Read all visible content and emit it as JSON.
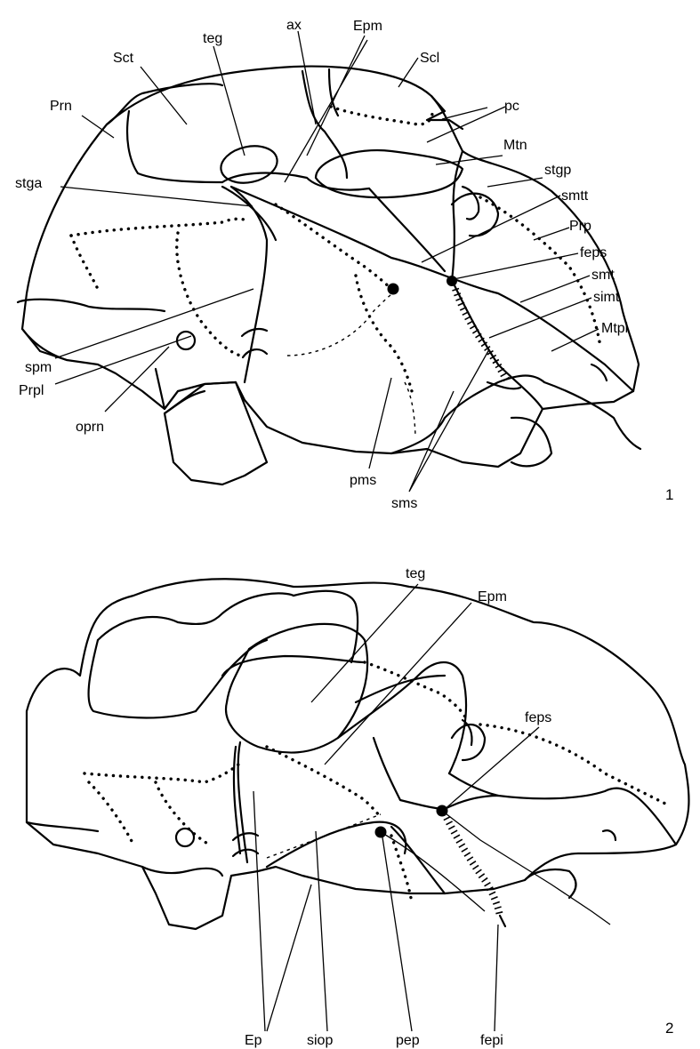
{
  "panels": [
    {
      "number": "1",
      "labels": {
        "teg": "teg",
        "ax": "ax",
        "epm": "Epm",
        "sct": "Sct",
        "scl": "Scl",
        "pc": "pc",
        "prn": "Prn",
        "mtn": "Mtn",
        "stga": "stga",
        "stgp": "stgp",
        "smtt": "smtt",
        "prp": "Prp",
        "feps": "feps",
        "smt": "smt",
        "simt": "simt",
        "mtpl": "Mtpl",
        "spm": "spm",
        "prpl": "Prpl",
        "oprn": "oprn",
        "pms": "pms",
        "sms": "sms"
      }
    },
    {
      "number": "2",
      "labels": {
        "teg": "teg",
        "epm": "Epm",
        "feps": "feps",
        "ep": "Ep",
        "siop": "siop",
        "pep": "pep",
        "fepi": "fepi"
      }
    }
  ]
}
